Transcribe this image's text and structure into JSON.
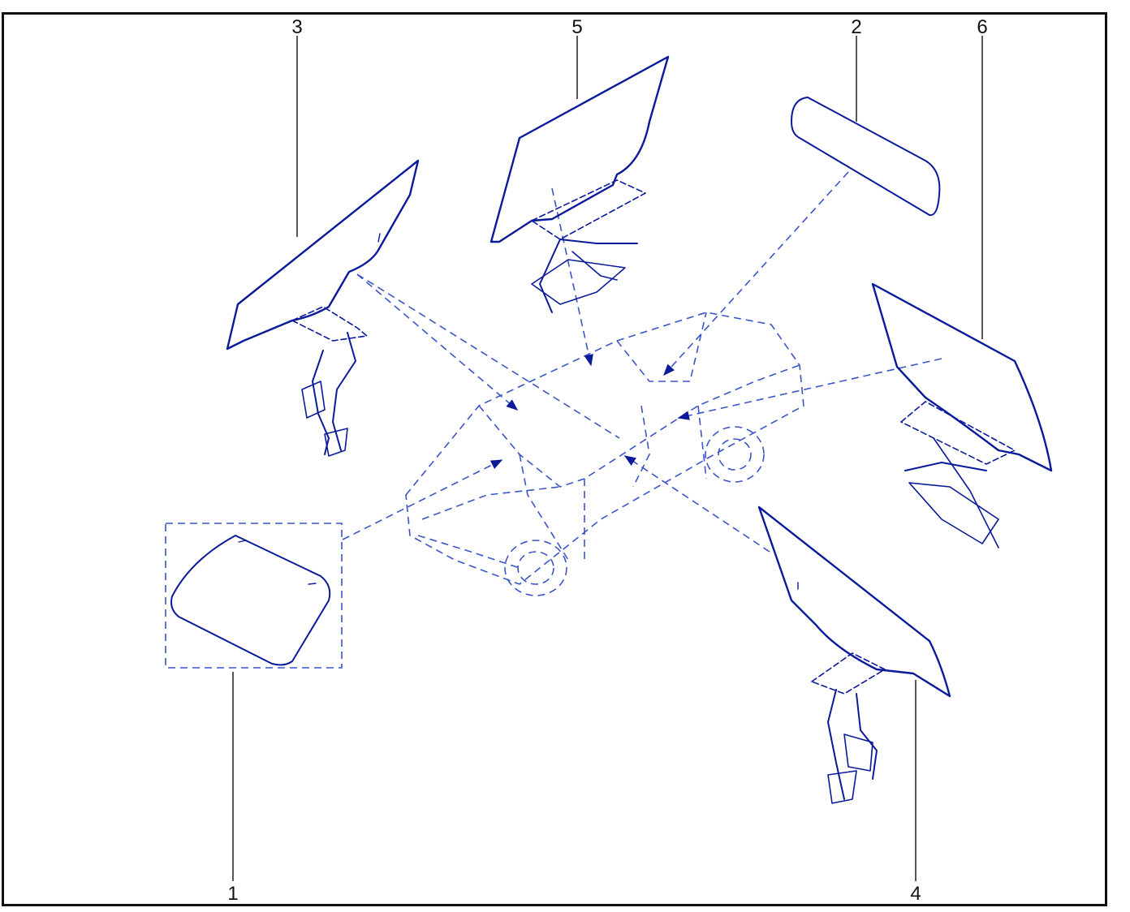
{
  "callouts": [
    {
      "id": "1",
      "label": "1"
    },
    {
      "id": "2",
      "label": "2"
    },
    {
      "id": "3",
      "label": "3"
    },
    {
      "id": "4",
      "label": "4"
    },
    {
      "id": "5",
      "label": "5"
    },
    {
      "id": "6",
      "label": "6"
    }
  ],
  "colors": {
    "linework": "#0a1a9a",
    "dashed": "#3b55c8",
    "leader": "#111111"
  }
}
